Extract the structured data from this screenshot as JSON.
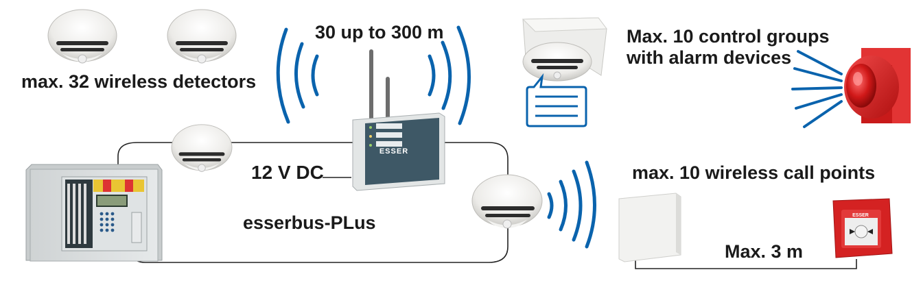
{
  "labels": {
    "wireless_detectors": "max. 32 wireless detectors",
    "range": "30 up to 300 m",
    "control_groups_line1": "Max. 10 control groups",
    "control_groups_line2": "with alarm devices",
    "power": "12 V DC",
    "bus": "esserbus-PLus",
    "call_points": "max. 10 wireless call points",
    "distance": "Max. 3 m"
  },
  "brand": {
    "controller_logo": "ESSER",
    "call_point_logo": "ESSER"
  },
  "icons": [
    "smoke-detector-icon",
    "radio-waves-icon",
    "antenna-icon",
    "fire-panel-icon",
    "siren-icon",
    "call-point-icon",
    "expansion-box-icon",
    "radio-gateway-icon",
    "data-card-icon"
  ],
  "colors": {
    "wave_blue": "#0a63ad",
    "siren_red": "#d21f1f",
    "panel_gray": "#d7dbdc",
    "gateway_slate": "#3e5866"
  }
}
